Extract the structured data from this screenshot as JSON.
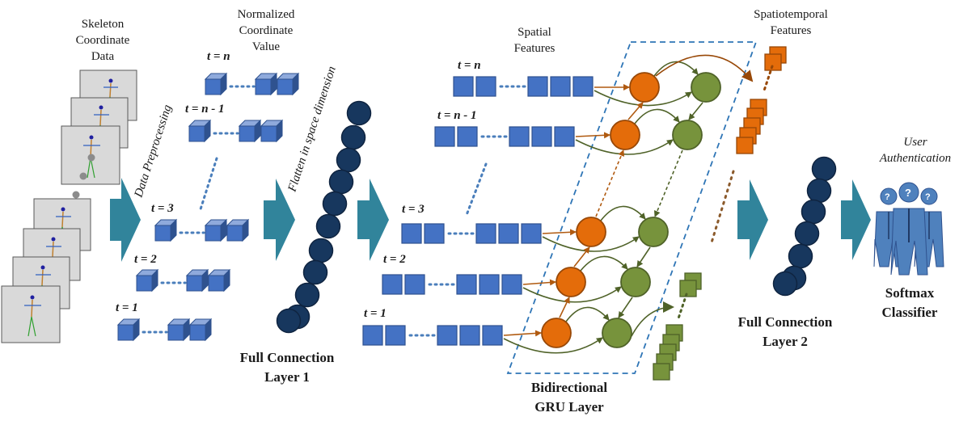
{
  "labels": {
    "skeleton": [
      "Skeleton",
      "Coordinate",
      "Data"
    ],
    "normalized": [
      "Normalized",
      "Coordinate",
      "Value"
    ],
    "spatial": [
      "Spatial",
      "Features"
    ],
    "spatiotemporal": [
      "Spatiotemporal",
      "Features"
    ],
    "data_preprocessing": "Data Preprocessing",
    "flatten": "Flatten in space dimension",
    "user_auth": [
      "User",
      "Authentication"
    ],
    "fc1": [
      "Full Connection",
      "Layer 1"
    ],
    "bgru": [
      "Bidirectional",
      "GRU Layer"
    ],
    "fc2": [
      "Full Connection",
      "Layer 2"
    ],
    "softmax": [
      "Softmax",
      "Classifier"
    ]
  },
  "time_labels": {
    "n": "t = n",
    "n1": "t = n - 1",
    "t3": "t = 3",
    "t2": "t = 2",
    "t1": "t = 1"
  },
  "colors": {
    "cube": "#4472c4",
    "cube_dark": "#2f528f",
    "arrow": "#31849b",
    "node_dark": "#17375e",
    "orange": "#e46c0a",
    "green": "#77933c",
    "dashed_box": "#2e75b6",
    "dots": "#4a7ebb"
  }
}
